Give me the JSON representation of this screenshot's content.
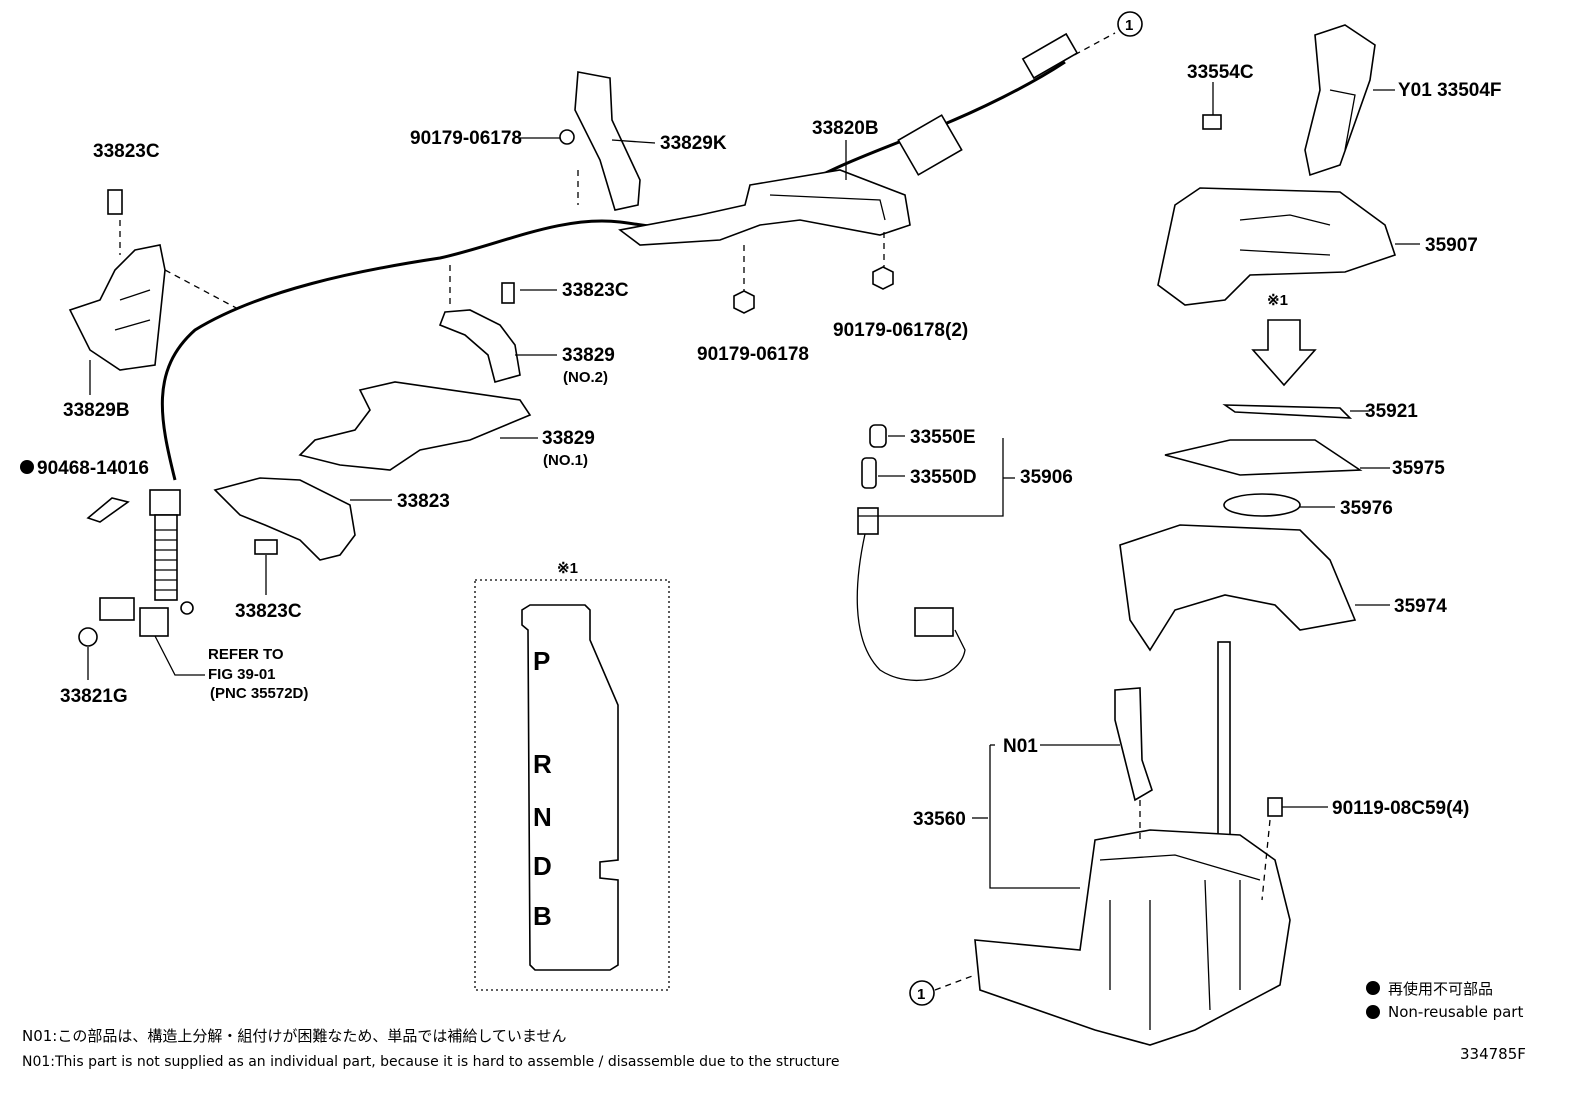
{
  "callouts": {
    "c33823c_top": "33823C",
    "c90179_06178_top": "90179-06178",
    "c33829k": "33829K",
    "c33820b": "33820B",
    "c33554c": "33554C",
    "c33504f": "Y01  33504F",
    "c35907": "35907",
    "c33823c_mid": "33823C",
    "c33829b": "33829B",
    "c33829_no2": "33829",
    "c33829_no2_sub": "(NO.2)",
    "c90179_06178_mid": "90179-06178",
    "c90179_06178_2": "90179-06178(2)",
    "c35921": "35921",
    "c90468": "90468-14016",
    "c33829_no1": "33829",
    "c33829_no1_sub": "(NO.1)",
    "c33550e": "33550E",
    "c33550d": "33550D",
    "c35906": "35906",
    "c35975": "35975",
    "c33823": "33823",
    "c35976": "35976",
    "c33823c_bot": "33823C",
    "c35974": "35974",
    "refer1": "REFER TO",
    "refer2": "FIG 39-01",
    "refer3": "(PNC 35572D)",
    "c33821g": "33821G",
    "n01": "N01",
    "c33560": "33560",
    "c90119": "90119-08C59(4)"
  },
  "ref_marks": {
    "circle_ref": "1",
    "asterisk_ref": "※1",
    "asterisk_box": "※1"
  },
  "shift_pattern": {
    "positions": [
      "P",
      "R",
      "N",
      "D",
      "B"
    ]
  },
  "legend": {
    "jp": "再使用不可部品",
    "en": "Non-reusable part"
  },
  "notes": {
    "jp": "N01:この部品は、構造上分解・組付けが困難なため、単品では補給していません",
    "en": "N01:This part is not supplied as an individual part, because it is hard to assemble / disassemble due to the structure"
  },
  "figure_code": "334785F"
}
